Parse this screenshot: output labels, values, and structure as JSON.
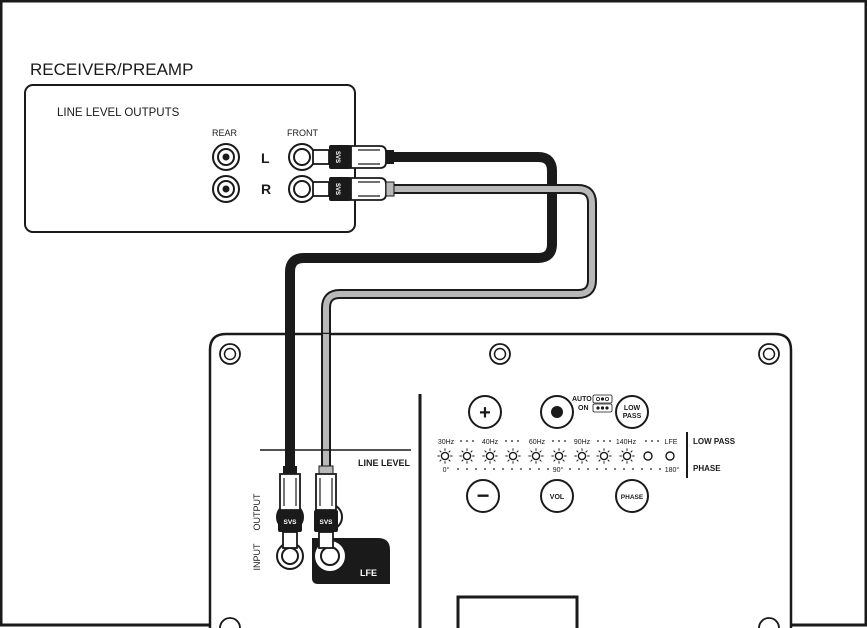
{
  "receiver": {
    "title": "RECEIVER/PREAMP",
    "section_label": "LINE LEVEL OUTPUTS",
    "rear_label": "REAR",
    "front_label": "FRONT",
    "left_label": "L",
    "right_label": "R"
  },
  "cable": {
    "left_color": "#1a1a1a",
    "right_color": "#b8b8b8",
    "plug_brand": "SVS"
  },
  "subwoofer": {
    "line_level_label": "LINE LEVEL",
    "output_label": "OUTPUT",
    "input_label": "INPUT",
    "lfe_label": "LFE",
    "auto_label": "AUTO",
    "on_label": "ON",
    "low_pass_button": [
      "LOW",
      "PASS"
    ],
    "vol_button": "VOL",
    "phase_button": "PHASE",
    "plus_button": "+",
    "minus_button": "−",
    "low_pass_label": "LOW PASS",
    "phase_label": "PHASE",
    "freq_labels": [
      "30Hz",
      "40Hz",
      "60Hz",
      "90Hz",
      "140Hz",
      "LFE"
    ],
    "phase_labels": [
      "0°",
      "90°",
      "180°"
    ]
  }
}
